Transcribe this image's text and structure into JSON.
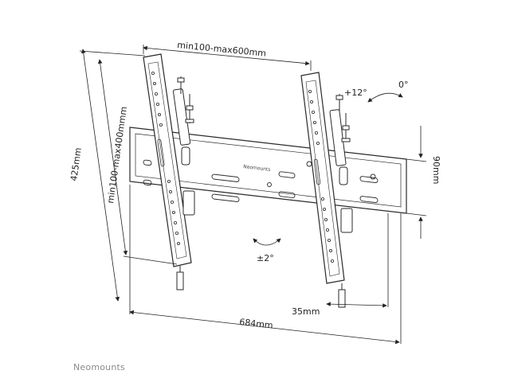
{
  "dimensions": {
    "vesa_width": "min100-max600mm",
    "vesa_height": "min100-max400mmm",
    "overall_height": "425mm",
    "overall_width": "684mm",
    "depth": "35mm",
    "rail_height": "90mm"
  },
  "angles": {
    "tilt_forward": "+12°",
    "tilt_zero": "0°",
    "rotation": "±2°"
  },
  "plate_logo": "Neomounts",
  "brand": "Neomounts",
  "colors": {
    "line": "#2a2a2a",
    "brand_text": "#8a8a8a"
  }
}
